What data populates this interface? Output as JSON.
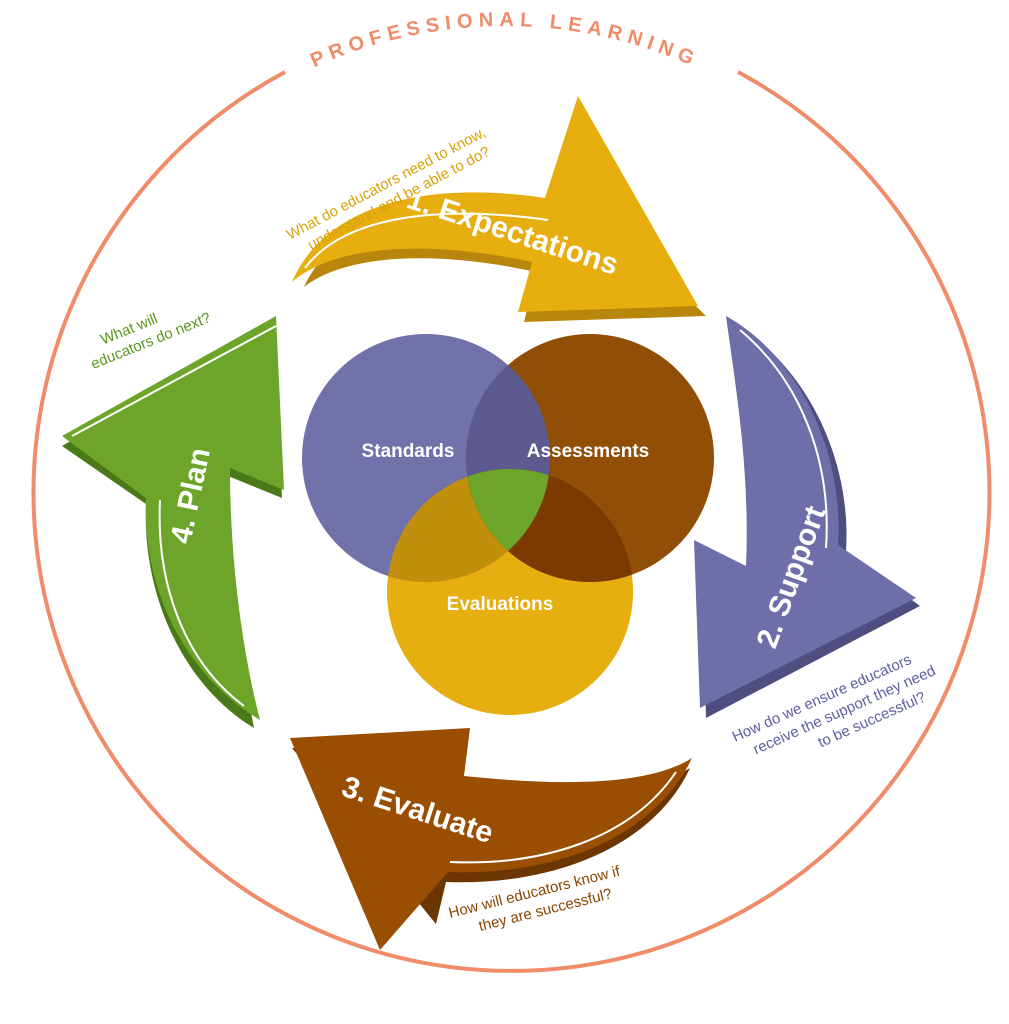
{
  "title": "PROFESSIONAL LEARNING",
  "colors": {
    "ring": "#F08C6A",
    "gold": "#E6AE0F",
    "gold_dark": "#B8860B",
    "purple": "#6E6FA8",
    "purple_dark": "#4E4F80",
    "brown": "#9A4E02",
    "brown_dark": "#6B3602",
    "green": "#6CA52A",
    "green_dark": "#4A7A18",
    "overlap_green": "#6CA52A"
  },
  "steps": [
    {
      "label": "1.  Expectations",
      "question": [
        "What do educators need to know,",
        "understand and be able to do?"
      ]
    },
    {
      "label": "2.  Support",
      "question": [
        "How do we ensure educators",
        "receive the support they need",
        "to be successful?"
      ]
    },
    {
      "label": "3.  Evaluate",
      "question": [
        "How will educators know if",
        "they are successful?"
      ]
    },
    {
      "label": "4.  Plan",
      "question": [
        "What will",
        "educators do next?"
      ]
    }
  ],
  "venn": {
    "left": "Standards",
    "right": "Assessments",
    "bottom": "Evaluations"
  }
}
